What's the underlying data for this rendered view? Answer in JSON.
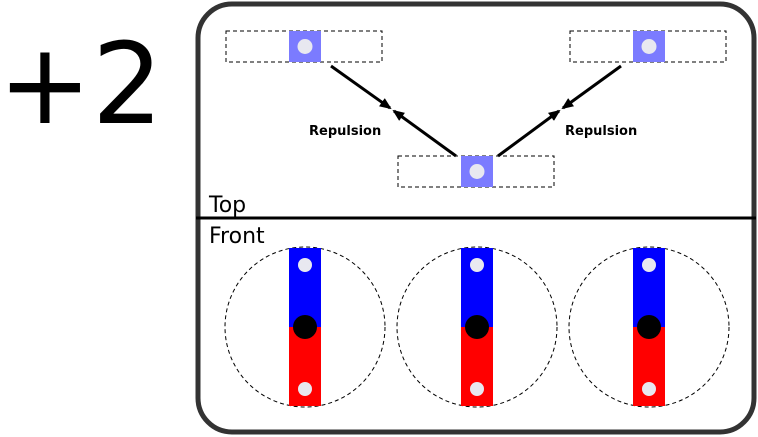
{
  "charge_label": "+2",
  "top_view": {
    "label": "Top",
    "arrow_labels": [
      "Repulsion",
      "Repulsion"
    ]
  },
  "front_view": {
    "label": "Front",
    "magnet_count": 3
  },
  "colors": {
    "north": "#0000ff",
    "south": "#ff0000",
    "top_magnet": "#7b7bff",
    "pivot": "#000000",
    "dot": "#e8e8f0"
  }
}
